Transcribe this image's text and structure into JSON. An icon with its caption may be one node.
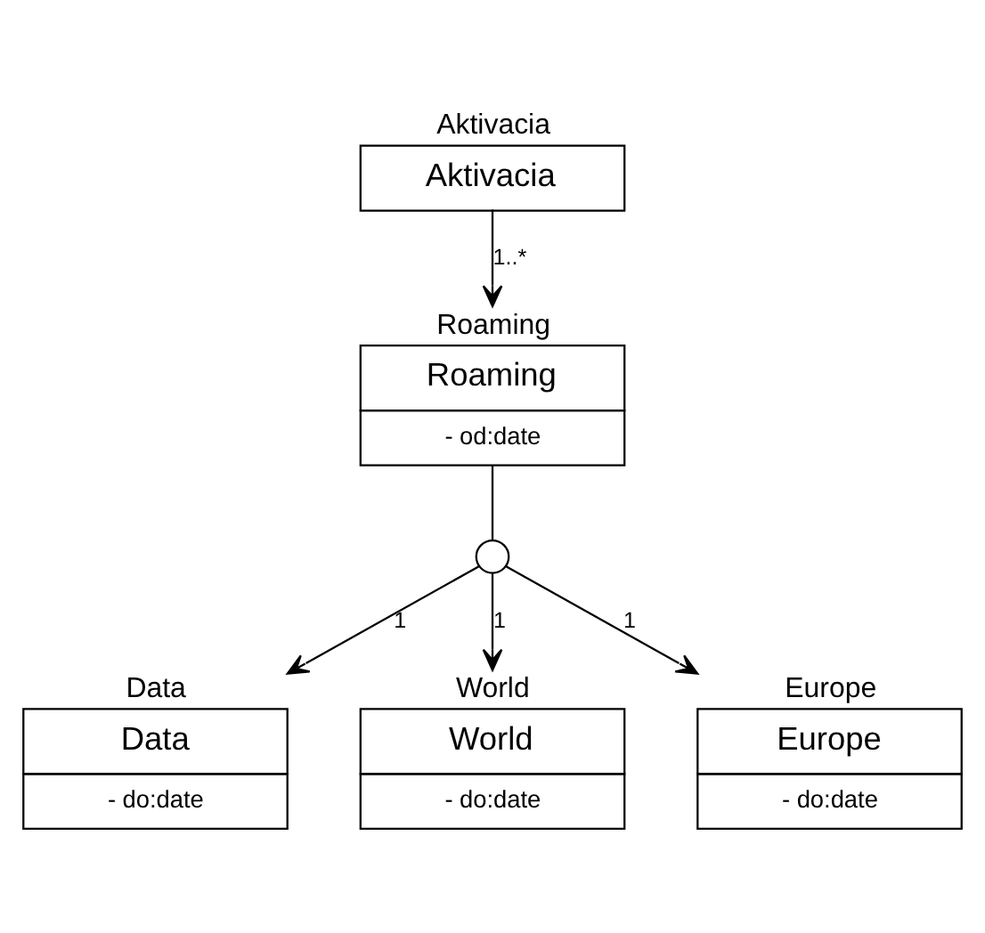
{
  "diagram": {
    "nodes": [
      {
        "text": [
          "Aktivacia",
          "Aktivacia"
        ]
      },
      {
        "text": [
          "Roaming",
          "Roaming",
          "- od:date"
        ]
      },
      {
        "text": [],
        "shape": "circle"
      },
      {
        "text": [
          "Data",
          "Data",
          "- do:date"
        ]
      },
      {
        "text": [
          "World",
          "World",
          "- do:date"
        ]
      },
      {
        "text": [
          "Europe",
          "Europe",
          "- do:date"
        ]
      }
    ],
    "edges": [
      {
        "from": 0,
        "to": 1,
        "arrow": "to",
        "label": "1..*"
      },
      {
        "from": 1,
        "to": 2,
        "arrow": "none"
      },
      {
        "from": 2,
        "to": 3,
        "arrow": "to",
        "label": "1"
      },
      {
        "from": 2,
        "to": 4,
        "arrow": "to",
        "label": "1"
      },
      {
        "from": 2,
        "to": 5,
        "arrow": "to",
        "label": "1"
      }
    ]
  }
}
